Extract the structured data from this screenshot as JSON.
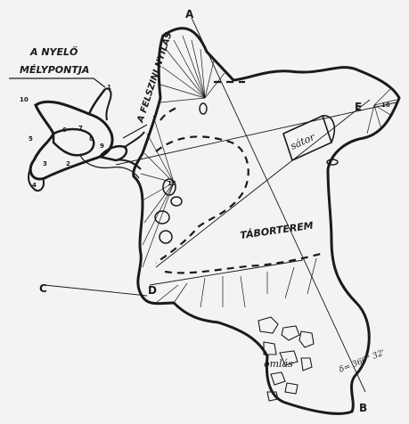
{
  "labels": {
    "top_left_line1": "A NYELŐ",
    "top_left_line2": "MÉLYPONTJA",
    "entrance": "A FELSZINI NYILÁS",
    "point_a": "A",
    "point_b": "B",
    "point_c": "C",
    "point_d": "D",
    "point_e": "E",
    "hall": "TÁBORTEREM",
    "tent": "sátor",
    "rubble": "omlás",
    "bearing": "δ= 360° 32'"
  },
  "survey_numbers": {
    "n1": "1",
    "n2": "2",
    "n3": "3",
    "n4": "4",
    "n5": "5",
    "n6": "6",
    "n7": "7",
    "n8": "8",
    "n9": "9",
    "n10": "10",
    "n15": "15",
    "n16": "16"
  },
  "colors": {
    "ink": "#1a1a1a",
    "paper": "#f3f3f1"
  }
}
